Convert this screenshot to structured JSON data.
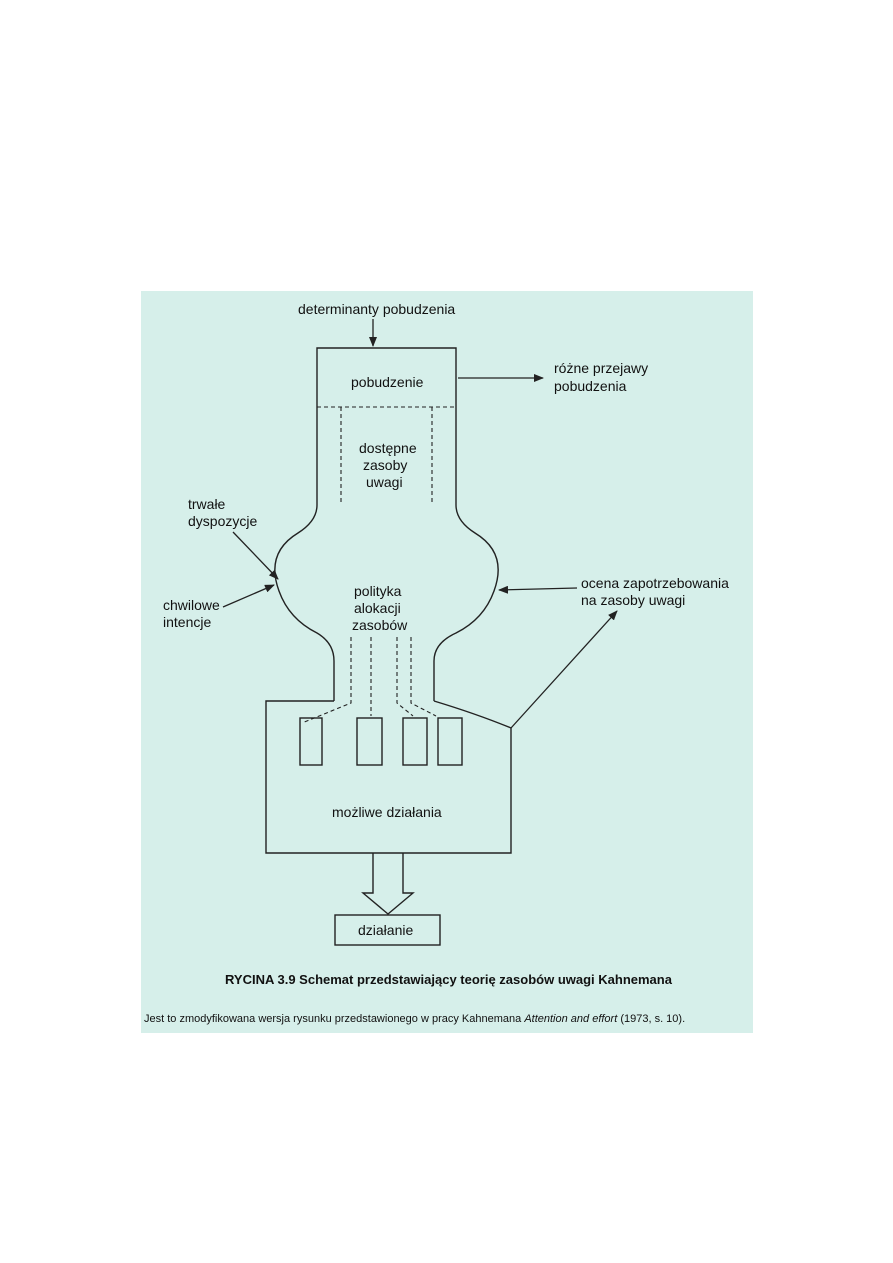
{
  "labels": {
    "determinants": "determinanty pobudzenia",
    "arousal": "pobudzenie",
    "arousal_manifestations_1": "różne przejawy",
    "arousal_manifestations_2": "pobudzenia",
    "available_1": "dostępne",
    "available_2": "zasoby",
    "available_3": "uwagi",
    "enduring_1": "trwałe",
    "enduring_2": "dyspozycje",
    "momentary_1": "chwilowe",
    "momentary_2": "intencje",
    "policy_1": "polityka",
    "policy_2": "alokacji",
    "policy_3": "zasobów",
    "evaluation_1": "ocena zapotrzebowania",
    "evaluation_2": "na zasoby uwagi",
    "possible_actions": "możliwe działania",
    "action": "działanie"
  },
  "caption": {
    "title": "RYCINA 3.9  Schemat przedstawiający teorię zasobów uwagi Kahnemana",
    "note_prefix": "Jest to zmodyfikowana wersja rysunku przedstawionego w pracy Kahnemana ",
    "note_title": "Attention and effort",
    "note_suffix": " (1973, s. 10)."
  },
  "colors": {
    "background": "#d6efea",
    "ink": "#222222"
  }
}
